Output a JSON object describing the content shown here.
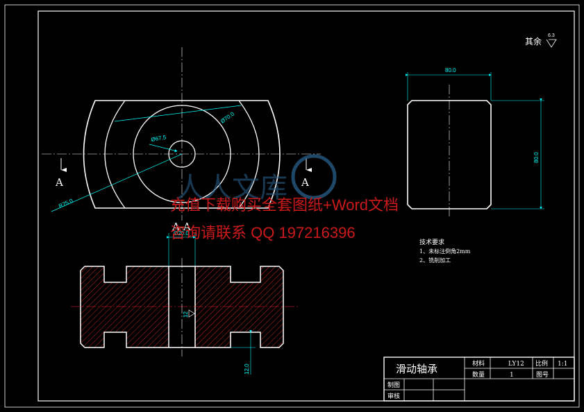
{
  "colors": {
    "background": "#000000",
    "outline": "#ffffff",
    "dimension": "#00ffff",
    "centerline": "#ff2020",
    "hatch": "#ff3030",
    "watermark": "#cc1a1a",
    "watermark_logo": "#2a5f8a",
    "leader_green": "#00ff00"
  },
  "roughness": {
    "label": "其余",
    "value": "6.3"
  },
  "top_view": {
    "section_left": "A",
    "section_right": "A",
    "dia_70": "Ø70.0",
    "dia_67": "Ø67.5",
    "radius_75": "R75.0"
  },
  "side_view": {
    "width_dim": "80.0",
    "height_dim": "80.0"
  },
  "section_view": {
    "title": "A-A",
    "bore_dim": "Ø20.0",
    "slot_dim": "12.0",
    "small_dim": "12"
  },
  "tech_requirements": {
    "heading": "技术要求",
    "line1": "1、未标注倒角2mm",
    "line2": "2、铣削加工"
  },
  "watermark": {
    "line1": "充值下载购买全套图纸+Word文档",
    "line2": "咨询请联系  QQ 197216396"
  },
  "title_block": {
    "part_name": "滑动轴承",
    "material_label": "材料",
    "material_value": "LY12",
    "scale_label": "比例",
    "scale_value": "1:1",
    "qty_label": "数量",
    "qty_value": "1",
    "drawing_no_label": "图号",
    "drawn_label": "制图",
    "checked_label": "审核"
  }
}
